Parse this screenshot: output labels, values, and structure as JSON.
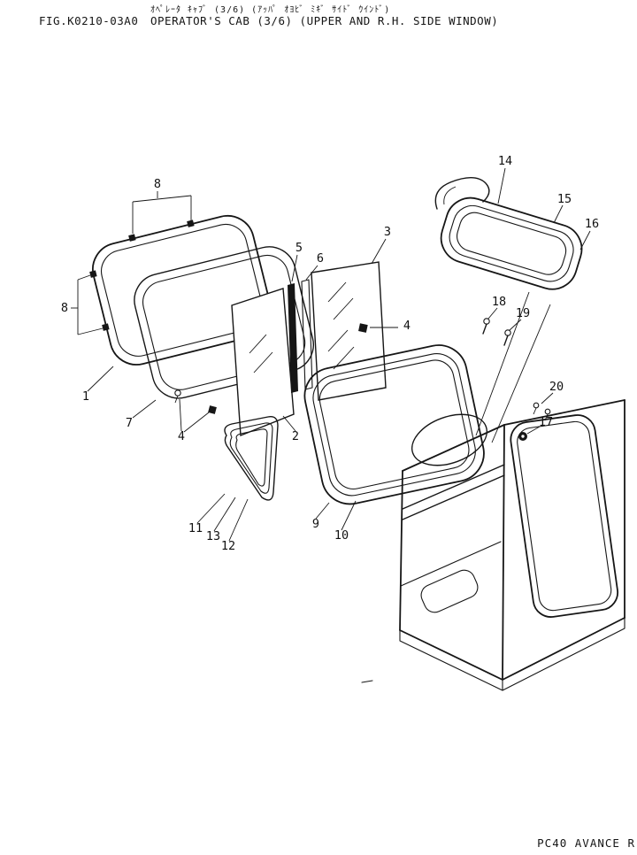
{
  "page": {
    "bg": "#ffffff",
    "ink": "#161616"
  },
  "header": {
    "title_ja": "ｵﾍﾟﾚｰﾀ ｷｬﾌﾞ (3/6) (ｱｯﾊﾟ ｵﾖﾋﾞ ﾐｷﾞ ｻｲﾄﾞ ｳｲﾝﾄﾞ)",
    "fig_no": "FIG.K0210-03A0",
    "title_en": "OPERATOR'S CAB (3/6) (UPPER AND R.H. SIDE WINDOW)"
  },
  "footer": {
    "model_code": "PC40 AVANCE R"
  },
  "callouts": {
    "c8_top": "8",
    "c8_left": "8",
    "c1": "1",
    "c7": "7",
    "c4_left": "4",
    "c2": "2",
    "c5": "5",
    "c6": "6",
    "c3": "3",
    "c4_right": "4",
    "c14": "14",
    "c15": "15",
    "c16": "16",
    "c18": "18",
    "c19": "19",
    "c20": "20",
    "c17": "17",
    "c9": "9",
    "c10": "10",
    "c11": "11",
    "c13": "13",
    "c12": "12"
  }
}
